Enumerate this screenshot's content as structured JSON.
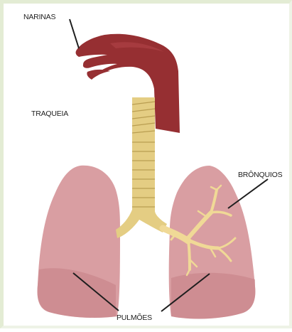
{
  "labels": {
    "narinas": "NARINAS",
    "traqueia": "TRAQUEIA",
    "bronquios": "BRÔNQUIOS",
    "pulmoes": "PULMÕES"
  },
  "colors": {
    "nasal_cavity": "#962f32",
    "trachea": "#e4cd83",
    "trachea_ring": "#b99e51",
    "lung": "#d99ea2",
    "lung_shade": "#c47f85",
    "bronchi": "#f0d996"
  }
}
